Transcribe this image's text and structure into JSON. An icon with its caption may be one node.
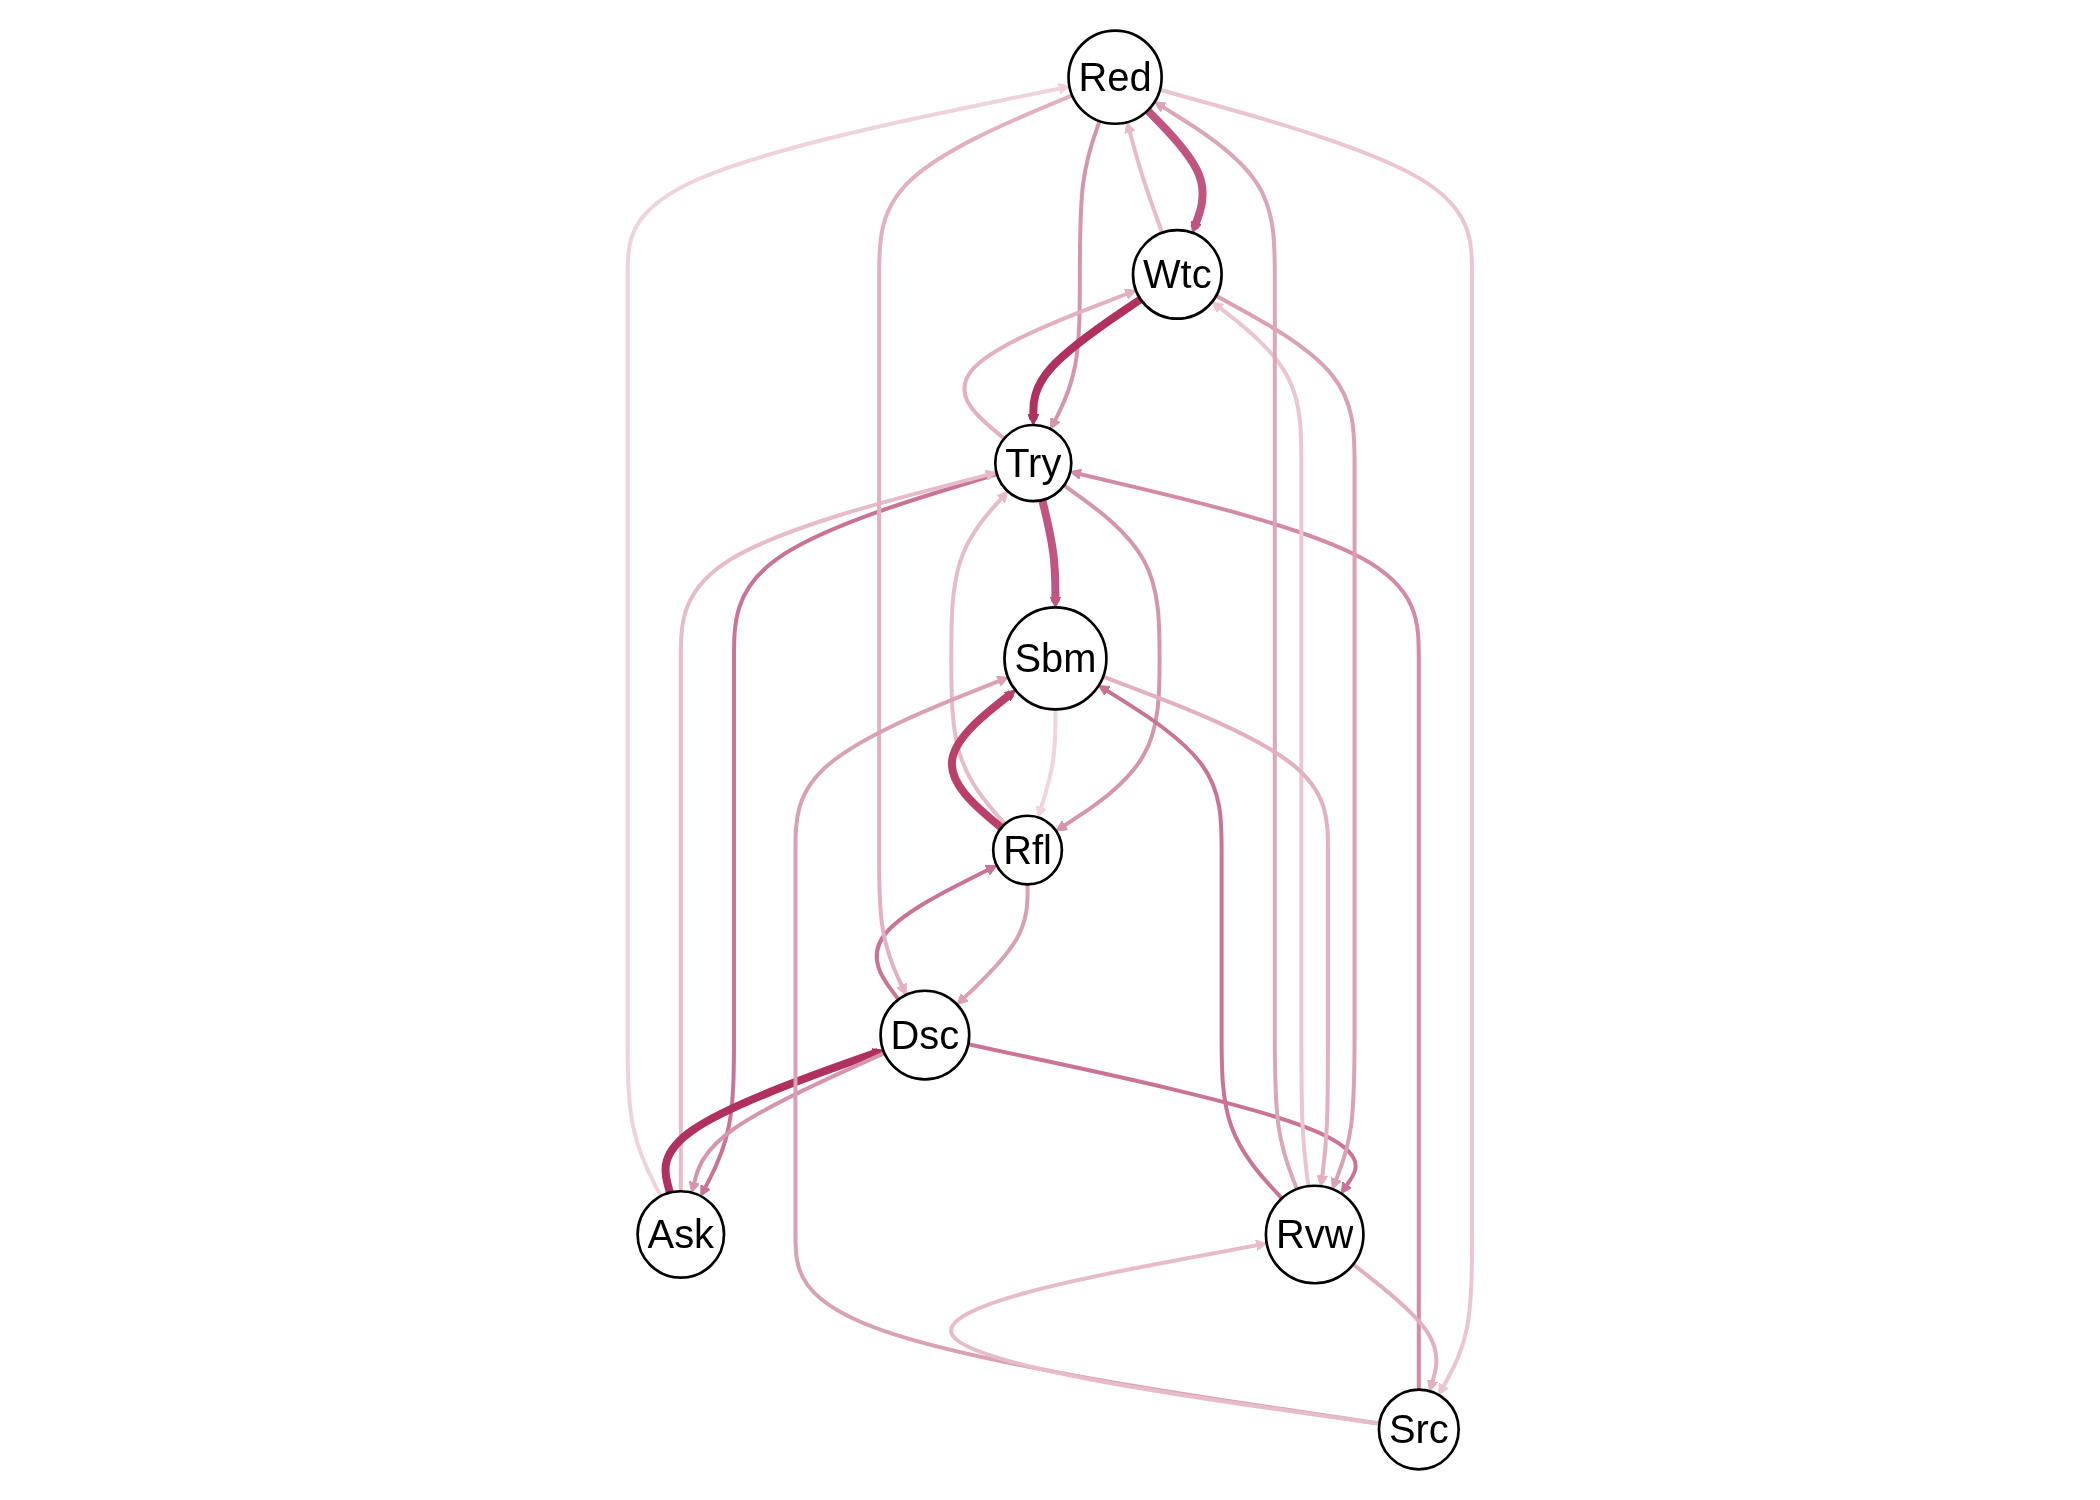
{
  "diagram": {
    "nodes": [
      {
        "text": [
          "Red"
        ]
      },
      {
        "text": [
          "Wtc"
        ]
      },
      {
        "text": [
          "Try"
        ]
      },
      {
        "text": [
          "Ask"
        ]
      },
      {
        "text": [
          "Dsc"
        ]
      },
      {
        "text": [
          "Rvw"
        ]
      },
      {
        "text": [
          "Src"
        ]
      },
      {
        "text": [
          "Rfl"
        ]
      },
      {
        "text": [
          "Sbm"
        ]
      }
    ],
    "edges": [
      {
        "from": 0,
        "to": 1,
        "arrow": "to",
        "style": "thick",
        "color": "#bf5580"
      },
      {
        "from": 1,
        "to": 0,
        "arrow": "to",
        "color": "#e6bccb"
      },
      {
        "from": 0,
        "to": 2,
        "arrow": "to",
        "color": "#d595ae"
      },
      {
        "from": 1,
        "to": 2,
        "arrow": "to",
        "style": "thick",
        "color": "#b03060"
      },
      {
        "from": 2,
        "to": 1,
        "arrow": "to",
        "color": "#e2b0c2"
      },
      {
        "from": 2,
        "to": 8,
        "arrow": "to",
        "style": "thick",
        "color": "#bf5580"
      },
      {
        "from": 2,
        "to": 7,
        "arrow": "to",
        "color": "#d595ae"
      },
      {
        "from": 7,
        "to": 2,
        "arrow": "to",
        "color": "#e6bccb"
      },
      {
        "from": 6,
        "to": 2,
        "arrow": "to",
        "color": "#d28aa8"
      },
      {
        "from": 2,
        "to": 3,
        "arrow": "to",
        "color": "#c97497"
      },
      {
        "from": 3,
        "to": 2,
        "arrow": "to",
        "color": "#e6bccb"
      },
      {
        "from": 3,
        "to": 4,
        "arrow": "to",
        "style": "thick",
        "color": "#b03060"
      },
      {
        "from": 4,
        "to": 3,
        "arrow": "to",
        "color": "#d595ae"
      },
      {
        "from": 4,
        "to": 5,
        "arrow": "to",
        "color": "#c97497"
      },
      {
        "from": 4,
        "to": 7,
        "arrow": "to",
        "color": "#c97497"
      },
      {
        "from": 7,
        "to": 4,
        "arrow": "to",
        "color": "#d9a0b6"
      },
      {
        "from": 0,
        "to": 4,
        "arrow": "to",
        "color": "#e2b0c2"
      },
      {
        "from": 3,
        "to": 0,
        "arrow": "to",
        "color": "#efd3dc"
      },
      {
        "from": 1,
        "to": 5,
        "arrow": "to",
        "color": "#d9a0b6"
      },
      {
        "from": 5,
        "to": 1,
        "arrow": "to",
        "color": "#ebc6d2"
      },
      {
        "from": 5,
        "to": 0,
        "arrow": "to",
        "color": "#dba5ba"
      },
      {
        "from": 5,
        "to": 8,
        "arrow": "to",
        "color": "#c97497"
      },
      {
        "from": 8,
        "to": 5,
        "arrow": "to",
        "color": "#e2b0c2"
      },
      {
        "from": 6,
        "to": 8,
        "arrow": "to",
        "color": "#d9a0b6"
      },
      {
        "from": 0,
        "to": 6,
        "arrow": "to",
        "color": "#ebc6d2"
      },
      {
        "from": 8,
        "to": 7,
        "arrow": "to",
        "color": "#f0d5de"
      },
      {
        "from": 7,
        "to": 8,
        "arrow": "to",
        "style": "thick",
        "color": "#b8406a"
      },
      {
        "from": 6,
        "to": 5,
        "arrow": "to",
        "color": "#e6bccb"
      },
      {
        "from": 5,
        "to": 6,
        "arrow": "to",
        "color": "#e2b0c2"
      }
    ]
  }
}
